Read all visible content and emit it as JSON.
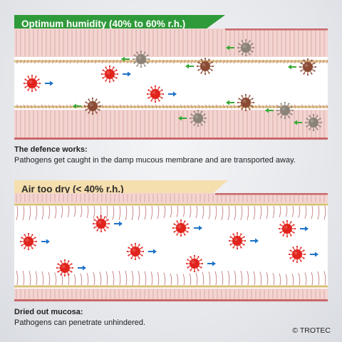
{
  "panel1": {
    "title": "Optimum humidity (40% to 60% r.h.)",
    "caption_heading": "The defence works:",
    "caption_text": "Pathogens get caught in the damp mucous membrane and are transported away."
  },
  "panel2": {
    "title": "Air too dry (< 40% r.h.)",
    "caption_heading": "Dried out mucosa:",
    "caption_text": "Pathogens can penetrate unhindered."
  },
  "copyright": "© TROTEC",
  "colors": {
    "tissue": "#f3d4d1",
    "tissue_line": "#c98a8a",
    "mucus": "#d9c07a",
    "border": "#c9686a",
    "active_pathogen": "#e0231c",
    "trapped_pathogen_a": "#8b8278",
    "trapped_pathogen_b": "#8a4a33",
    "arrow_blue": "#1d73c9",
    "arrow_green": "#39a935"
  }
}
